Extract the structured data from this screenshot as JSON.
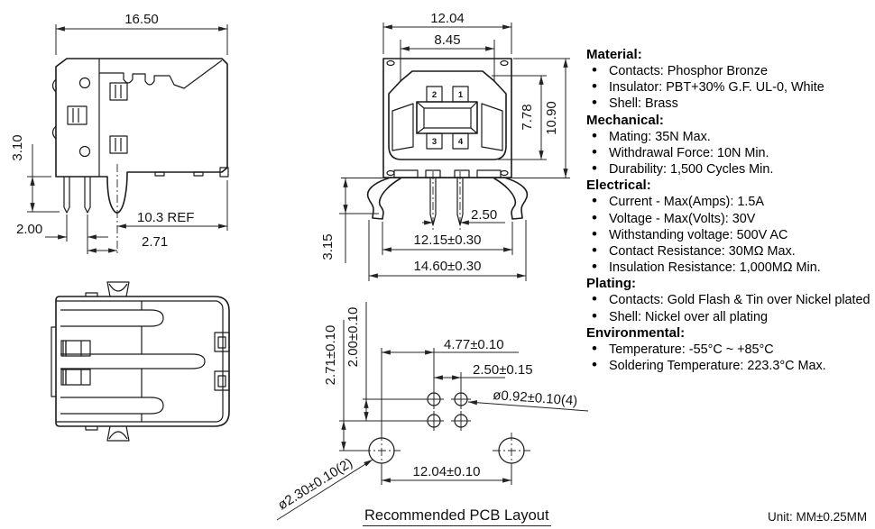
{
  "footer": {
    "pcb_title": "Recommended PCB Layout",
    "unit_note": "Unit: MM±0.25MM"
  },
  "side_view": {
    "dim_width": "16.50",
    "dim_pin_length": "3.10",
    "dim_pin_pitch": "2.00",
    "dim_peg_offset": "2.71",
    "dim_ref": "10.3 REF"
  },
  "front_view": {
    "dim_shell_width": "12.04",
    "dim_shoulder_width": "8.45",
    "dim_opening_height": "7.78",
    "dim_shell_height": "10.90",
    "dim_pin_pitch": "2.50",
    "dim_leg_span_inner": "12.15±0.30",
    "dim_leg_span_outer": "14.60±0.30",
    "dim_leg_height": "3.15",
    "pin_labels": {
      "p1": "1",
      "p2": "2",
      "p3": "3",
      "p4": "4"
    }
  },
  "pcb_layout": {
    "dim_row_offset": "2.71±0.10",
    "dim_row_pitch": "2.00±0.10",
    "dim_col_offset": "4.77±0.10",
    "dim_col_pitch": "2.50±0.15",
    "dim_pin_hole": "ø0.92±0.10(4)",
    "dim_peg_hole": "ø2.30±0.10(2)",
    "dim_peg_span": "12.04±0.10"
  },
  "specs": {
    "sections": [
      {
        "title": "Material:",
        "items": [
          "Contacts: Phosphor Bronze",
          "Insulator: PBT+30% G.F. UL-0, White",
          "Shell: Brass"
        ]
      },
      {
        "title": "Mechanical:",
        "items": [
          "Mating: 35N Max.",
          "Withdrawal Force: 10N Min.",
          "Durability: 1,500 Cycles Min."
        ]
      },
      {
        "title": "Electrical:",
        "items": [
          "Current - Max(Amps): 1.5A",
          "Voltage - Max(Volts): 30V",
          "Withstanding voltage: 500V AC",
          "Contact Resistance: 30MΩ Max.",
          "Insulation Resistance: 1,000MΩ Min."
        ]
      },
      {
        "title": "Plating:",
        "items": [
          "Contacts: Gold Flash & Tin over Nickel plated",
          "Shell: Nickel over all plating"
        ]
      },
      {
        "title": "Environmental:",
        "items": [
          "Temperature: -55°C ~ +85°C",
          "Soldering Temperature: 223.3°C Max."
        ]
      }
    ]
  },
  "colors": {
    "line": "#1b1b1b",
    "text": "#111111",
    "background": "#ffffff"
  }
}
